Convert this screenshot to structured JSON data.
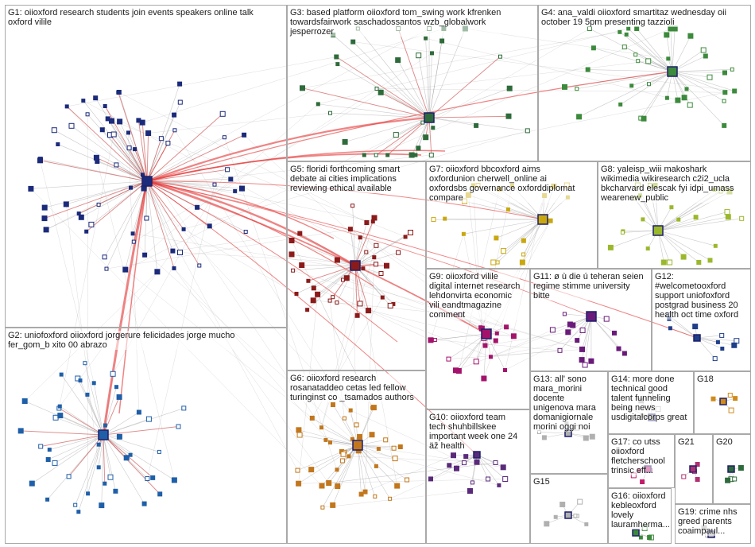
{
  "colors": {
    "edge_gray": "#8a8a8a",
    "edge_red": "#e53232",
    "node_border": "#1d1f6a",
    "panel_border": "#a9a9a9"
  },
  "groups": [
    {
      "id": "G1",
      "label": "G1: oiioxford research students join events speakers online talk\noxford vilile",
      "node_color": "#1b2a7a"
    },
    {
      "id": "G2",
      "label": "G2: uniofoxford oiioxford jorgerure felicidades jorge mucho\nfer_gom_b xito 00 abrazo",
      "node_color": "#1f5fa8"
    },
    {
      "id": "G3",
      "label": "G3: based platform oiioxford tom_swing work kfrenken\ntowardsfairwork saschadossantos wzb_globalwork\njesperrozer",
      "node_color": "#2e6b3a"
    },
    {
      "id": "G4",
      "label": "G4: ana_valdi oiioxford smartitaz wednesday oii\noctober 19 5pm presenting tazzioli",
      "node_color": "#3c8a3c"
    },
    {
      "id": "G5",
      "label": "G5: floridi forthcoming smart\ndebate ai cities implications\nreviewing ethical available",
      "node_color": "#8b1a1a"
    },
    {
      "id": "G6",
      "label": "G6: oiioxford research\nrosanataddeo cetas led fellow\nturinginst co _tsamados authors",
      "node_color": "#c2771c"
    },
    {
      "id": "G7",
      "label": "G7: oiioxford bbcoxford aims\noxfordunion cherwell_online ai\noxfordsbs governance oxforddiplomat\ncompare",
      "node_color": "#c9a80f"
    },
    {
      "id": "G8",
      "label": "G8: yaleisp_wiii makoshark\nwikimedia wikiresearch c2i2_ucla\nbkcharvard elescak fyi idpi_umass\nwearenew_public",
      "node_color": "#9bb82c"
    },
    {
      "id": "G9",
      "label": "G9: oiioxford vilile\ndigital internet research\nlehdonvirta economic\nvili eandtmagazine\ncomment",
      "node_color": "#a4136b"
    },
    {
      "id": "G10",
      "label": "G10: oiioxford team\ntech shuhbillskee\nimportant week one 24\näž health",
      "node_color": "#5a2a7a"
    },
    {
      "id": "G11",
      "label": "G11: ø ù die ú teheran seien\nregime stimme university\nbitte",
      "node_color": "#6a1b7a"
    },
    {
      "id": "G12",
      "label": "G12:\n#welcometooxford\nsupport uniofoxford\npostgrad business 20\nhealth oct time oxford",
      "node_color": "#1f3f8a"
    },
    {
      "id": "G13",
      "label": "G13: all' sono\nmara_morini\ndocente\nunigenova mara\ndomanigiornale\nmorini oggi noi",
      "node_color": "#b0b0b0"
    },
    {
      "id": "G14",
      "label": "G14: more done\ntechnical good\ntalent funneling\nbeing news\nusdigitalcorps great",
      "node_color": "#b0b0b0"
    },
    {
      "id": "G15",
      "label": "G15",
      "node_color": "#b0b0b0"
    },
    {
      "id": "G16",
      "label": "G16: oiioxford\nkebleoxford\nlovely\nlauramherma...",
      "node_color": "#3a8a3a"
    },
    {
      "id": "G17",
      "label": "G17: co utss\noiioxford\nfletcherschool\ntrinsic eff...",
      "node_color": "#c21b6b"
    },
    {
      "id": "G18",
      "label": "G18",
      "node_color": "#d08a1c"
    },
    {
      "id": "G19",
      "label": "G19: crime nhs\ngreed parents\ncoaimpaul...",
      "node_color": "#b0b0b0"
    },
    {
      "id": "G20",
      "label": "G20",
      "node_color": "#2e6b3a"
    },
    {
      "id": "G21",
      "label": "G21",
      "node_color": "#b03070"
    }
  ]
}
